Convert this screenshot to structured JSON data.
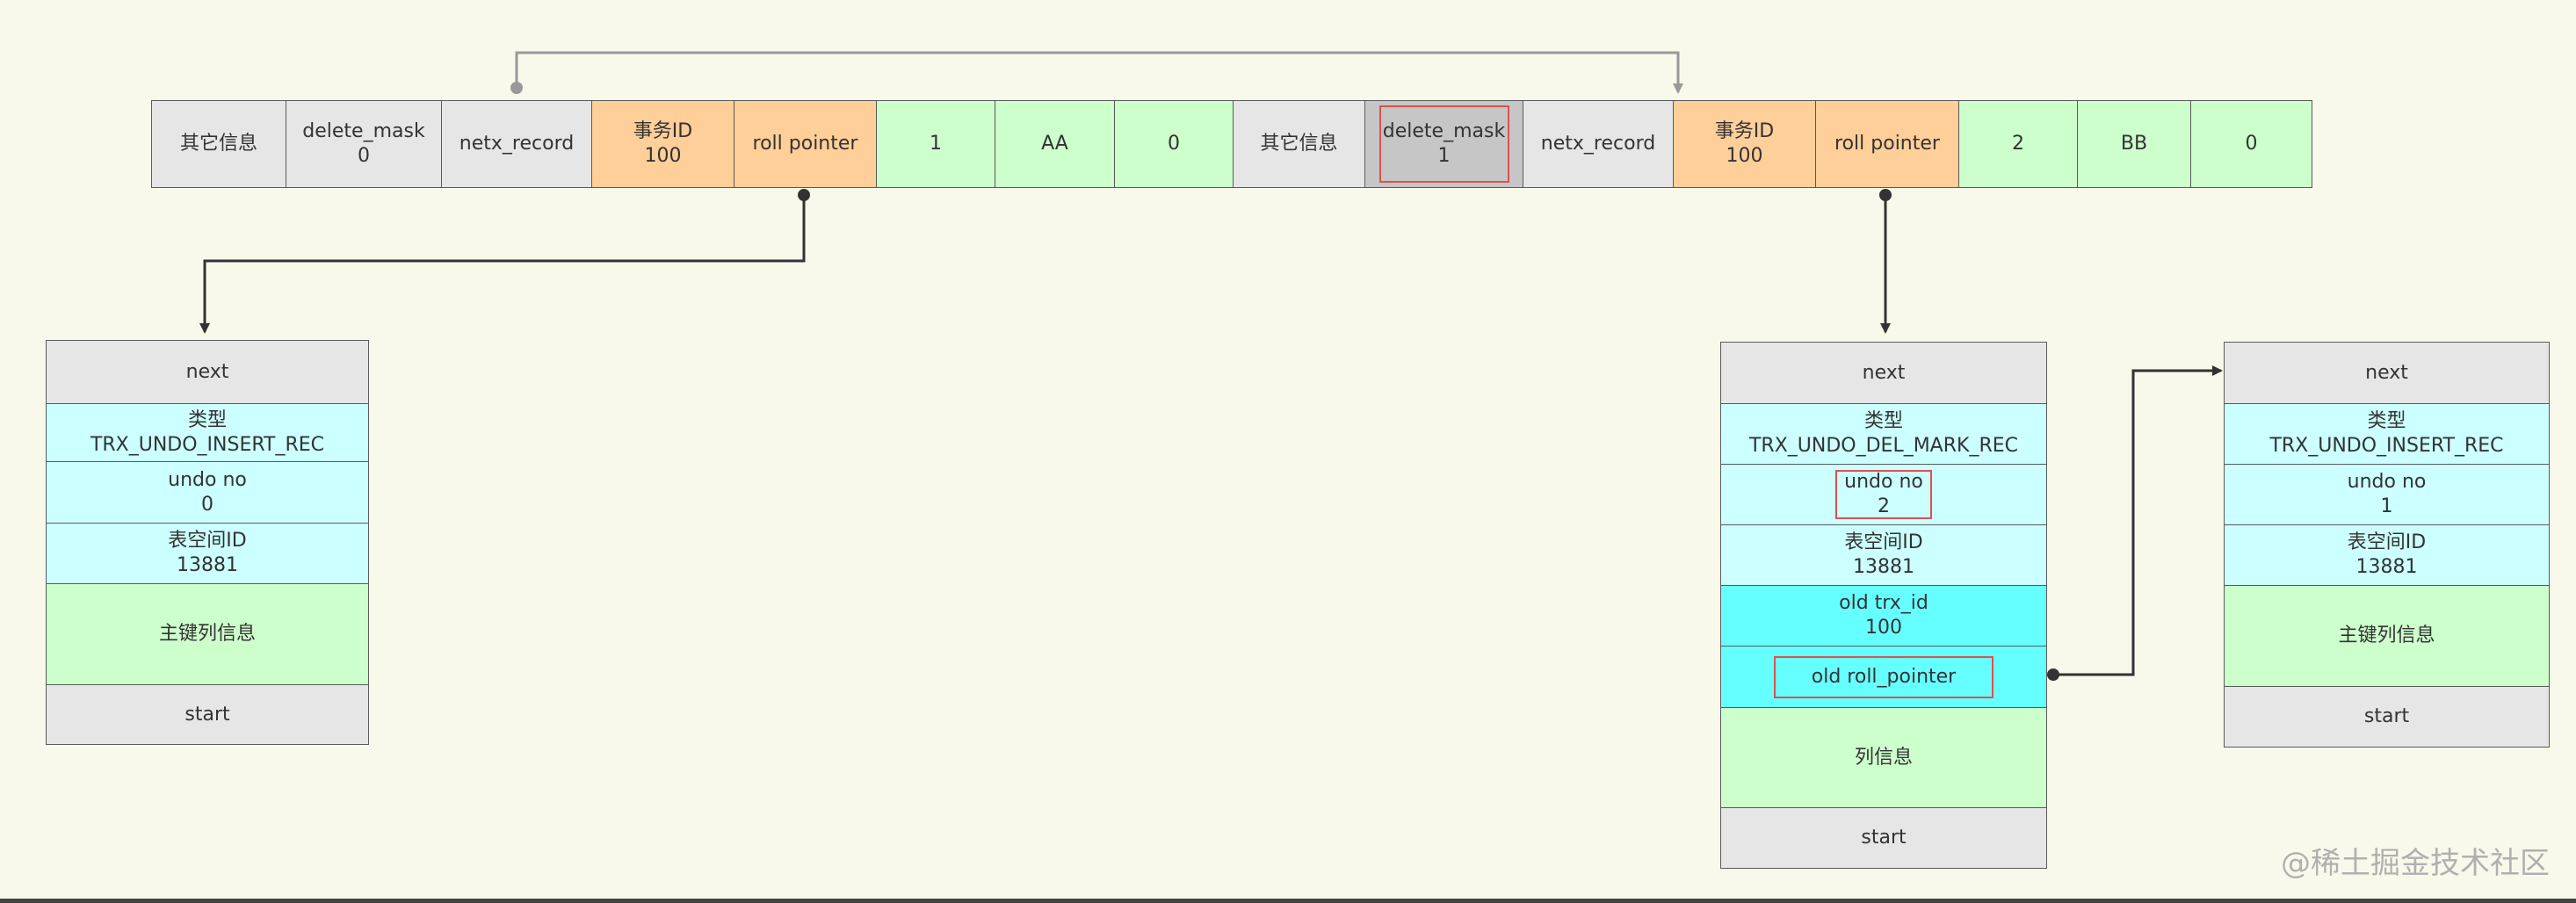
{
  "row": {
    "cells": [
      "其它信息",
      "delete_mask\n0",
      "netx_record",
      "事务ID\n100",
      "roll pointer",
      "1",
      "AA",
      "0",
      "其它信息",
      "delete_mask\n1",
      "netx_record",
      "事务ID\n100",
      "roll pointer",
      "2",
      "BB",
      "0"
    ]
  },
  "undo_left": {
    "fields": [
      "next",
      "类型\nTRX_UNDO_INSERT_REC",
      "undo no\n0",
      "表空间ID\n13881",
      "主键列信息",
      "start"
    ]
  },
  "undo_middle": {
    "fields": [
      "next",
      "类型\nTRX_UNDO_DEL_MARK_REC",
      "undo no\n2",
      "表空间ID\n13881",
      "old trx_id\n100",
      "old roll_pointer",
      "列信息",
      "start"
    ]
  },
  "undo_right": {
    "fields": [
      "next",
      "类型\nTRX_UNDO_INSERT_REC",
      "undo no\n1",
      "表空间ID\n13881",
      "主键列信息",
      "start"
    ]
  },
  "watermark": "@稀土掘金技术社区",
  "colors": {
    "gray": "#e6e6e6",
    "dark_gray": "#c6c6c6",
    "orange": "#ffcf99",
    "green": "#cdffcc",
    "cyan": "#ccffff",
    "bright_cyan": "#66ffff",
    "highlight_red": "#d9534f"
  }
}
